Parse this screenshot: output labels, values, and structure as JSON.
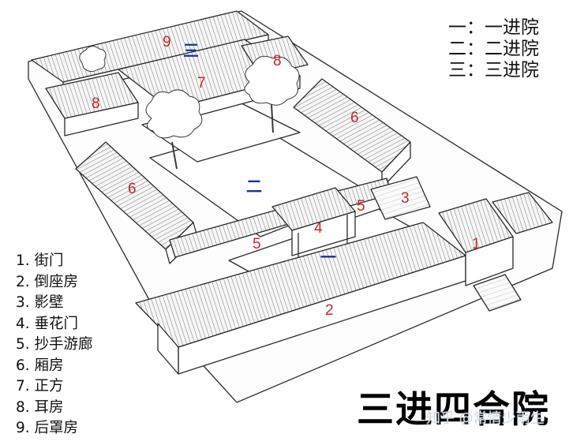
{
  "header_key": [
    {
      "mark": "一：",
      "text": "一进院"
    },
    {
      "mark": "二：",
      "text": "二进院"
    },
    {
      "mark": "三：",
      "text": "三进院"
    }
  ],
  "legend": [
    "1. 街门",
    "2. 倒座房",
    "3. 影壁",
    "4. 垂花门",
    "5. 抄手游廊",
    "6. 厢房",
    "7. 正方",
    "8. 耳房",
    "9. 后罩房"
  ],
  "diagram_numbers": {
    "n1": "1",
    "n2": "2",
    "n3": "3",
    "n4": "4",
    "n5a": "5",
    "n5b": "5",
    "n6a": "6",
    "n6b": "6",
    "n7": "7",
    "n8a": "8",
    "n8b": "8",
    "n9": "9"
  },
  "courtyard_marks": {
    "yi": "一",
    "er": "二",
    "san": "三"
  },
  "title": "三进四合院",
  "watermark": "知乎 @常情少雨生",
  "colors": {
    "label_red": "#c0282d",
    "courtyard_blue": "#1c2f9e",
    "line": "#2a2a2a",
    "roof_fill": "#f4f4f4"
  }
}
